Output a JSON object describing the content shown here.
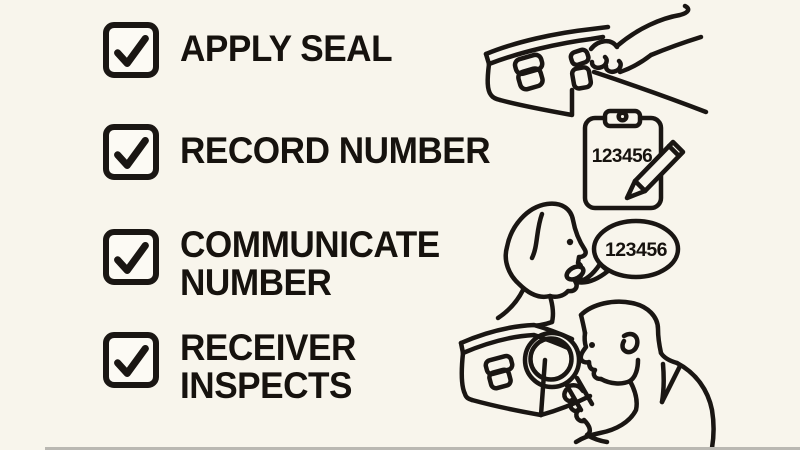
{
  "page": {
    "background_color": "#f8f5ec",
    "ink_color": "#1a1613",
    "checkbox_fill": "#fcfaf4",
    "bottom_bar_color": "#bab8b2"
  },
  "icons": {
    "checkbox": "checked-checkbox",
    "illustration_1": "hand-applying-seal-to-case",
    "illustration_2": "clipboard-with-pencil",
    "illustration_3": "person-speaking-number",
    "illustration_4": "person-inspecting-case-with-magnifier"
  },
  "checklist": {
    "items": [
      {
        "id": "apply-seal",
        "checked": true,
        "lines": [
          "APPLY SEAL"
        ]
      },
      {
        "id": "record-number",
        "checked": true,
        "lines": [
          "RECORD NUMBER"
        ]
      },
      {
        "id": "communicate-number",
        "checked": true,
        "lines": [
          "COMMUNICATE",
          "NUMBER"
        ]
      },
      {
        "id": "receiver-inspects",
        "checked": true,
        "lines": [
          "RECEIVER",
          "INSPECTS"
        ]
      }
    ]
  },
  "illustrations": {
    "record_number": {
      "clipboard_number": "123456"
    },
    "communicate_number": {
      "speech_bubble_number": "123456"
    }
  }
}
